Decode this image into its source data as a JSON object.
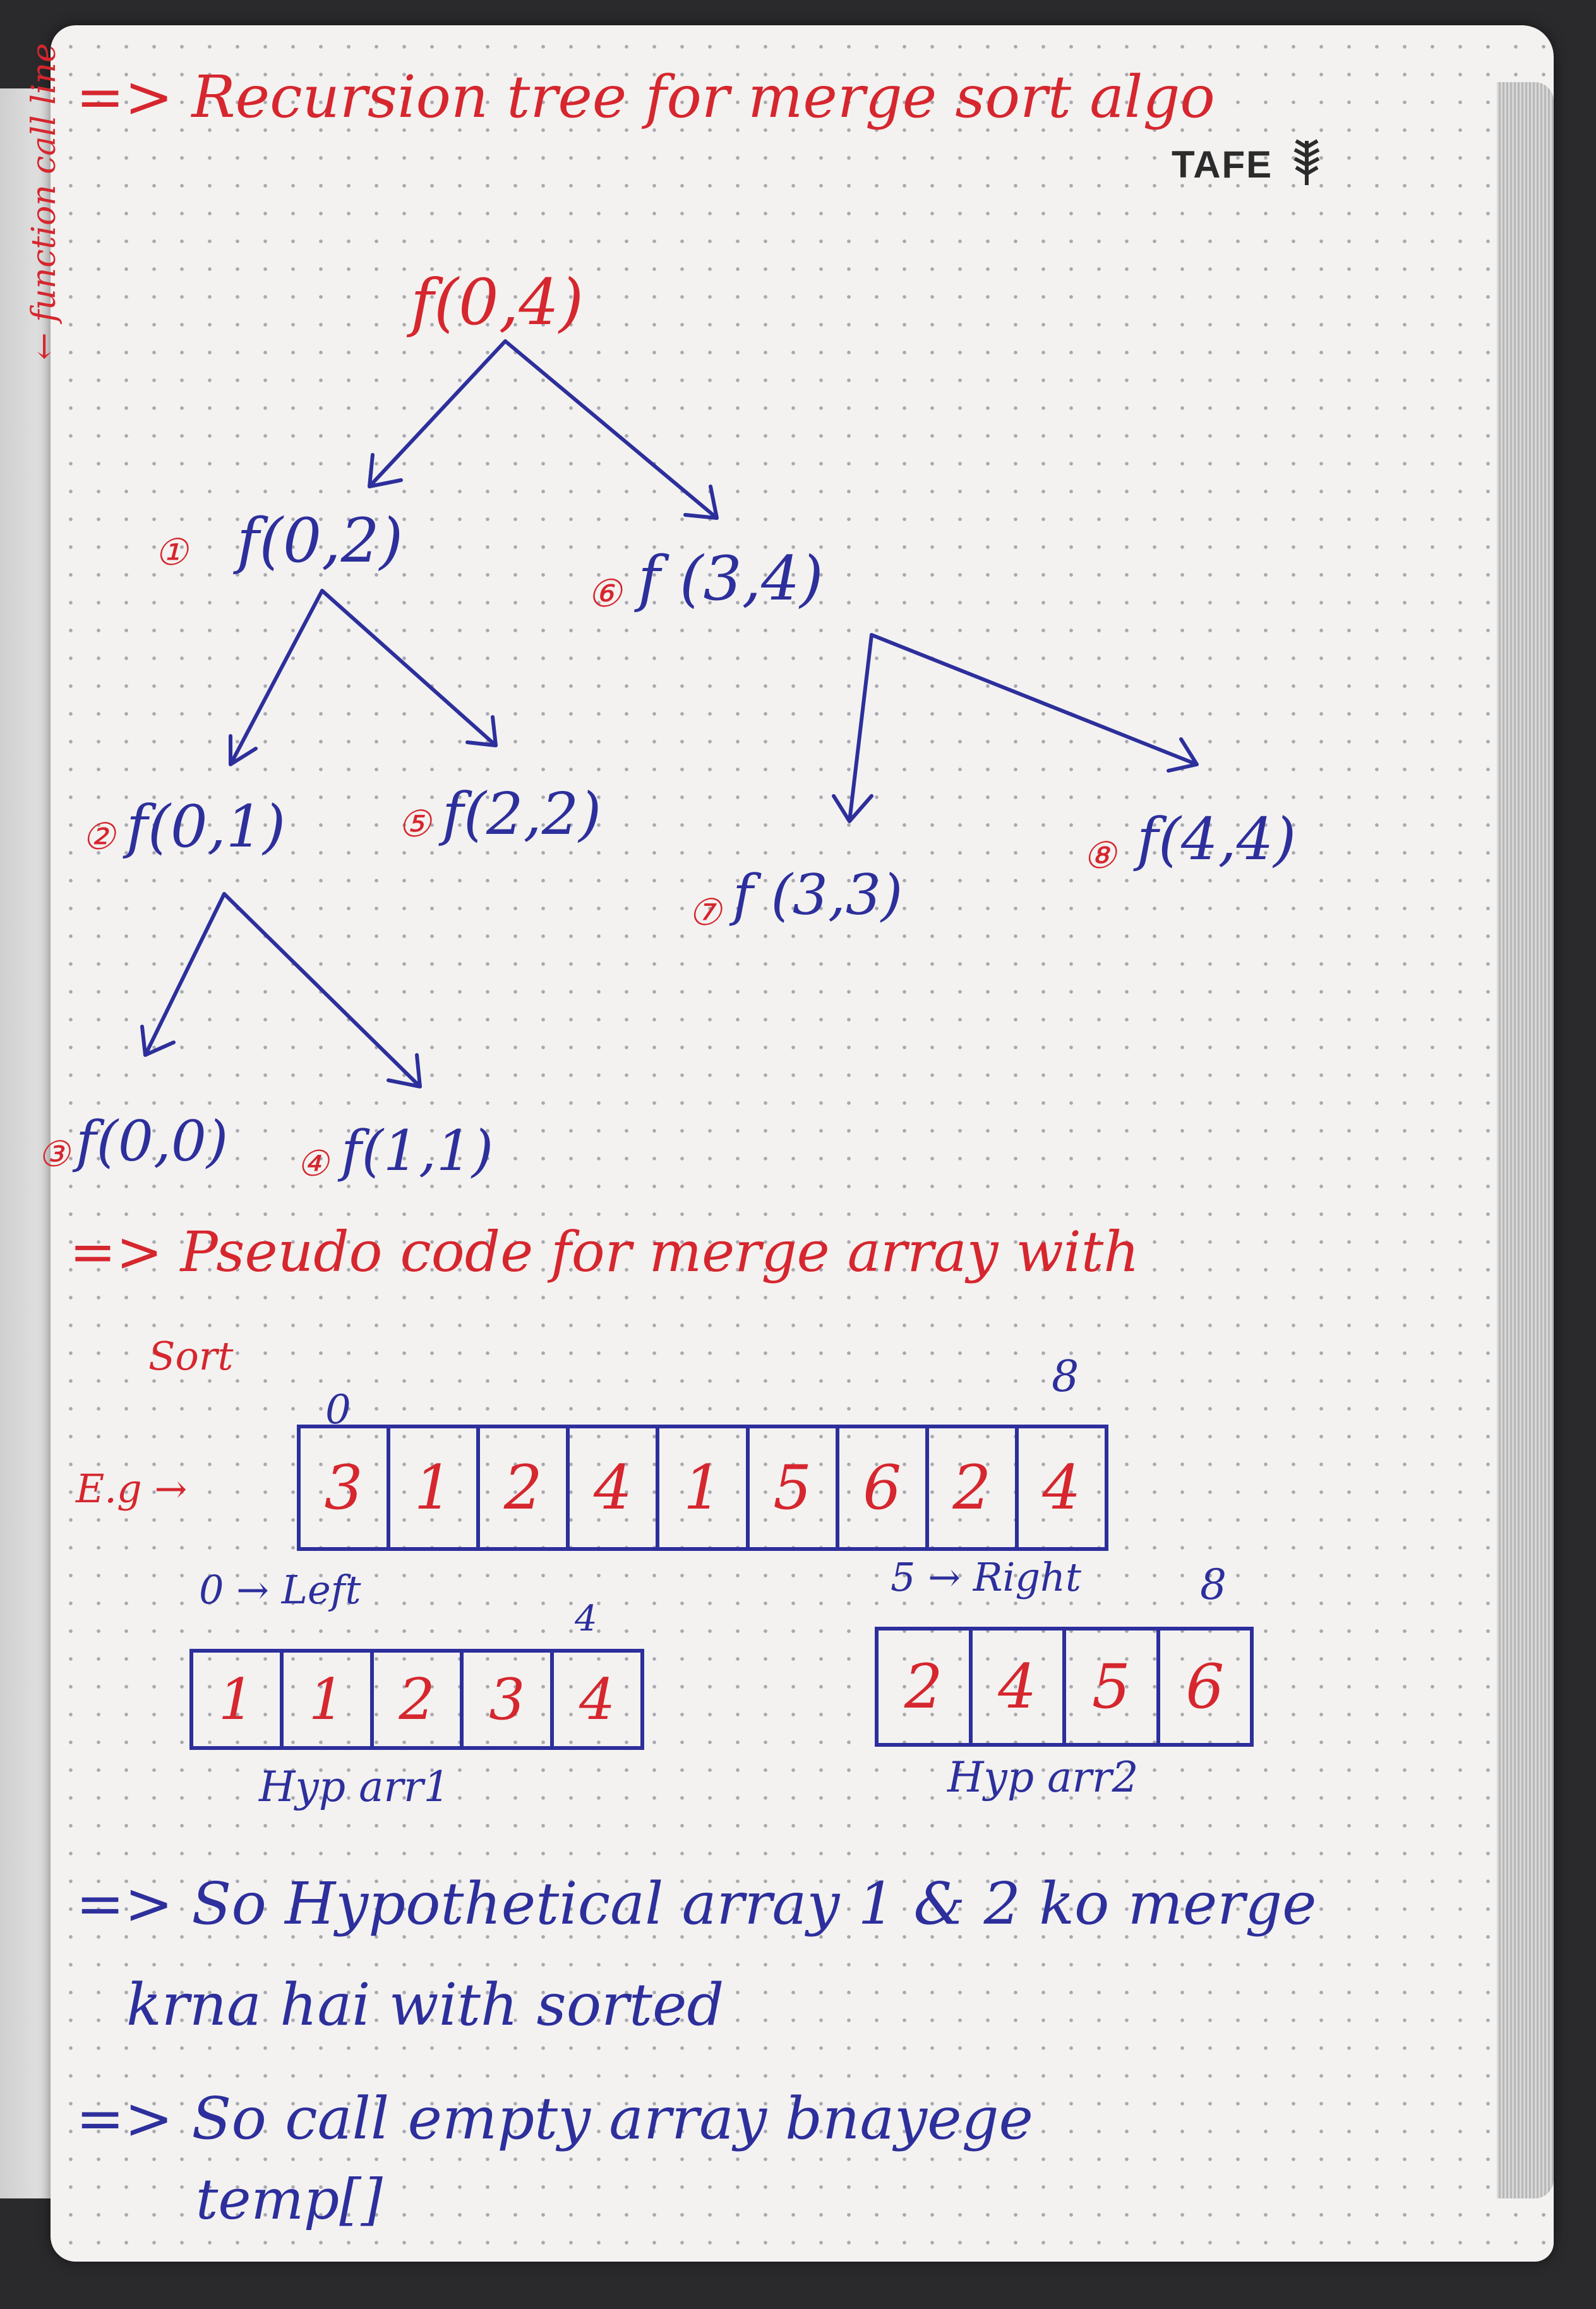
{
  "heading_tree": "=> Recursion tree for merge sort algo",
  "brand": "TAFE",
  "side_note": "← function call line",
  "tree": {
    "root": "f(0,4)",
    "n_0_2": "f(0,2)",
    "n_3_4": "f (3,4)",
    "n_0_1": "f(0,1)",
    "n_2_2": "f(2,2)",
    "n_3_3": "f (3,3)",
    "n_4_4": "f(4,4)",
    "n_0_0": "f(0,0)",
    "n_1_1": "f(1,1)",
    "steps": [
      "①",
      "⑥",
      "②",
      "⑤",
      "⑦",
      "⑧",
      "③",
      "④"
    ]
  },
  "heading_pseudo": "=> Pseudo code for merge array with",
  "heading_pseudo_cont": "Sort",
  "example": {
    "label": "E.g →",
    "start_index": "0",
    "end_index": "8",
    "values": [
      "3",
      "1",
      "2",
      "4",
      "1",
      "5",
      "6",
      "2",
      "4"
    ]
  },
  "left": {
    "label": "0 → Left",
    "end_index": "4",
    "values": [
      "1",
      "1",
      "2",
      "3",
      "4"
    ],
    "caption": "Hyp arr1"
  },
  "right": {
    "label": "5 → Right",
    "end_index": "8",
    "values": [
      "2",
      "4",
      "5",
      "6"
    ],
    "caption": "Hyp arr2"
  },
  "note1_line1": "=> So Hypothetical array 1 & 2 ko merge",
  "note1_line2": "krna hai with sorted",
  "note2_line1": "=> So call empty array bnayege",
  "note2_line2": "temp[]",
  "colors": {
    "red_ink": "#d6262e",
    "blue_ink": "#2d2f9c",
    "paper": "#f3f2f0"
  }
}
